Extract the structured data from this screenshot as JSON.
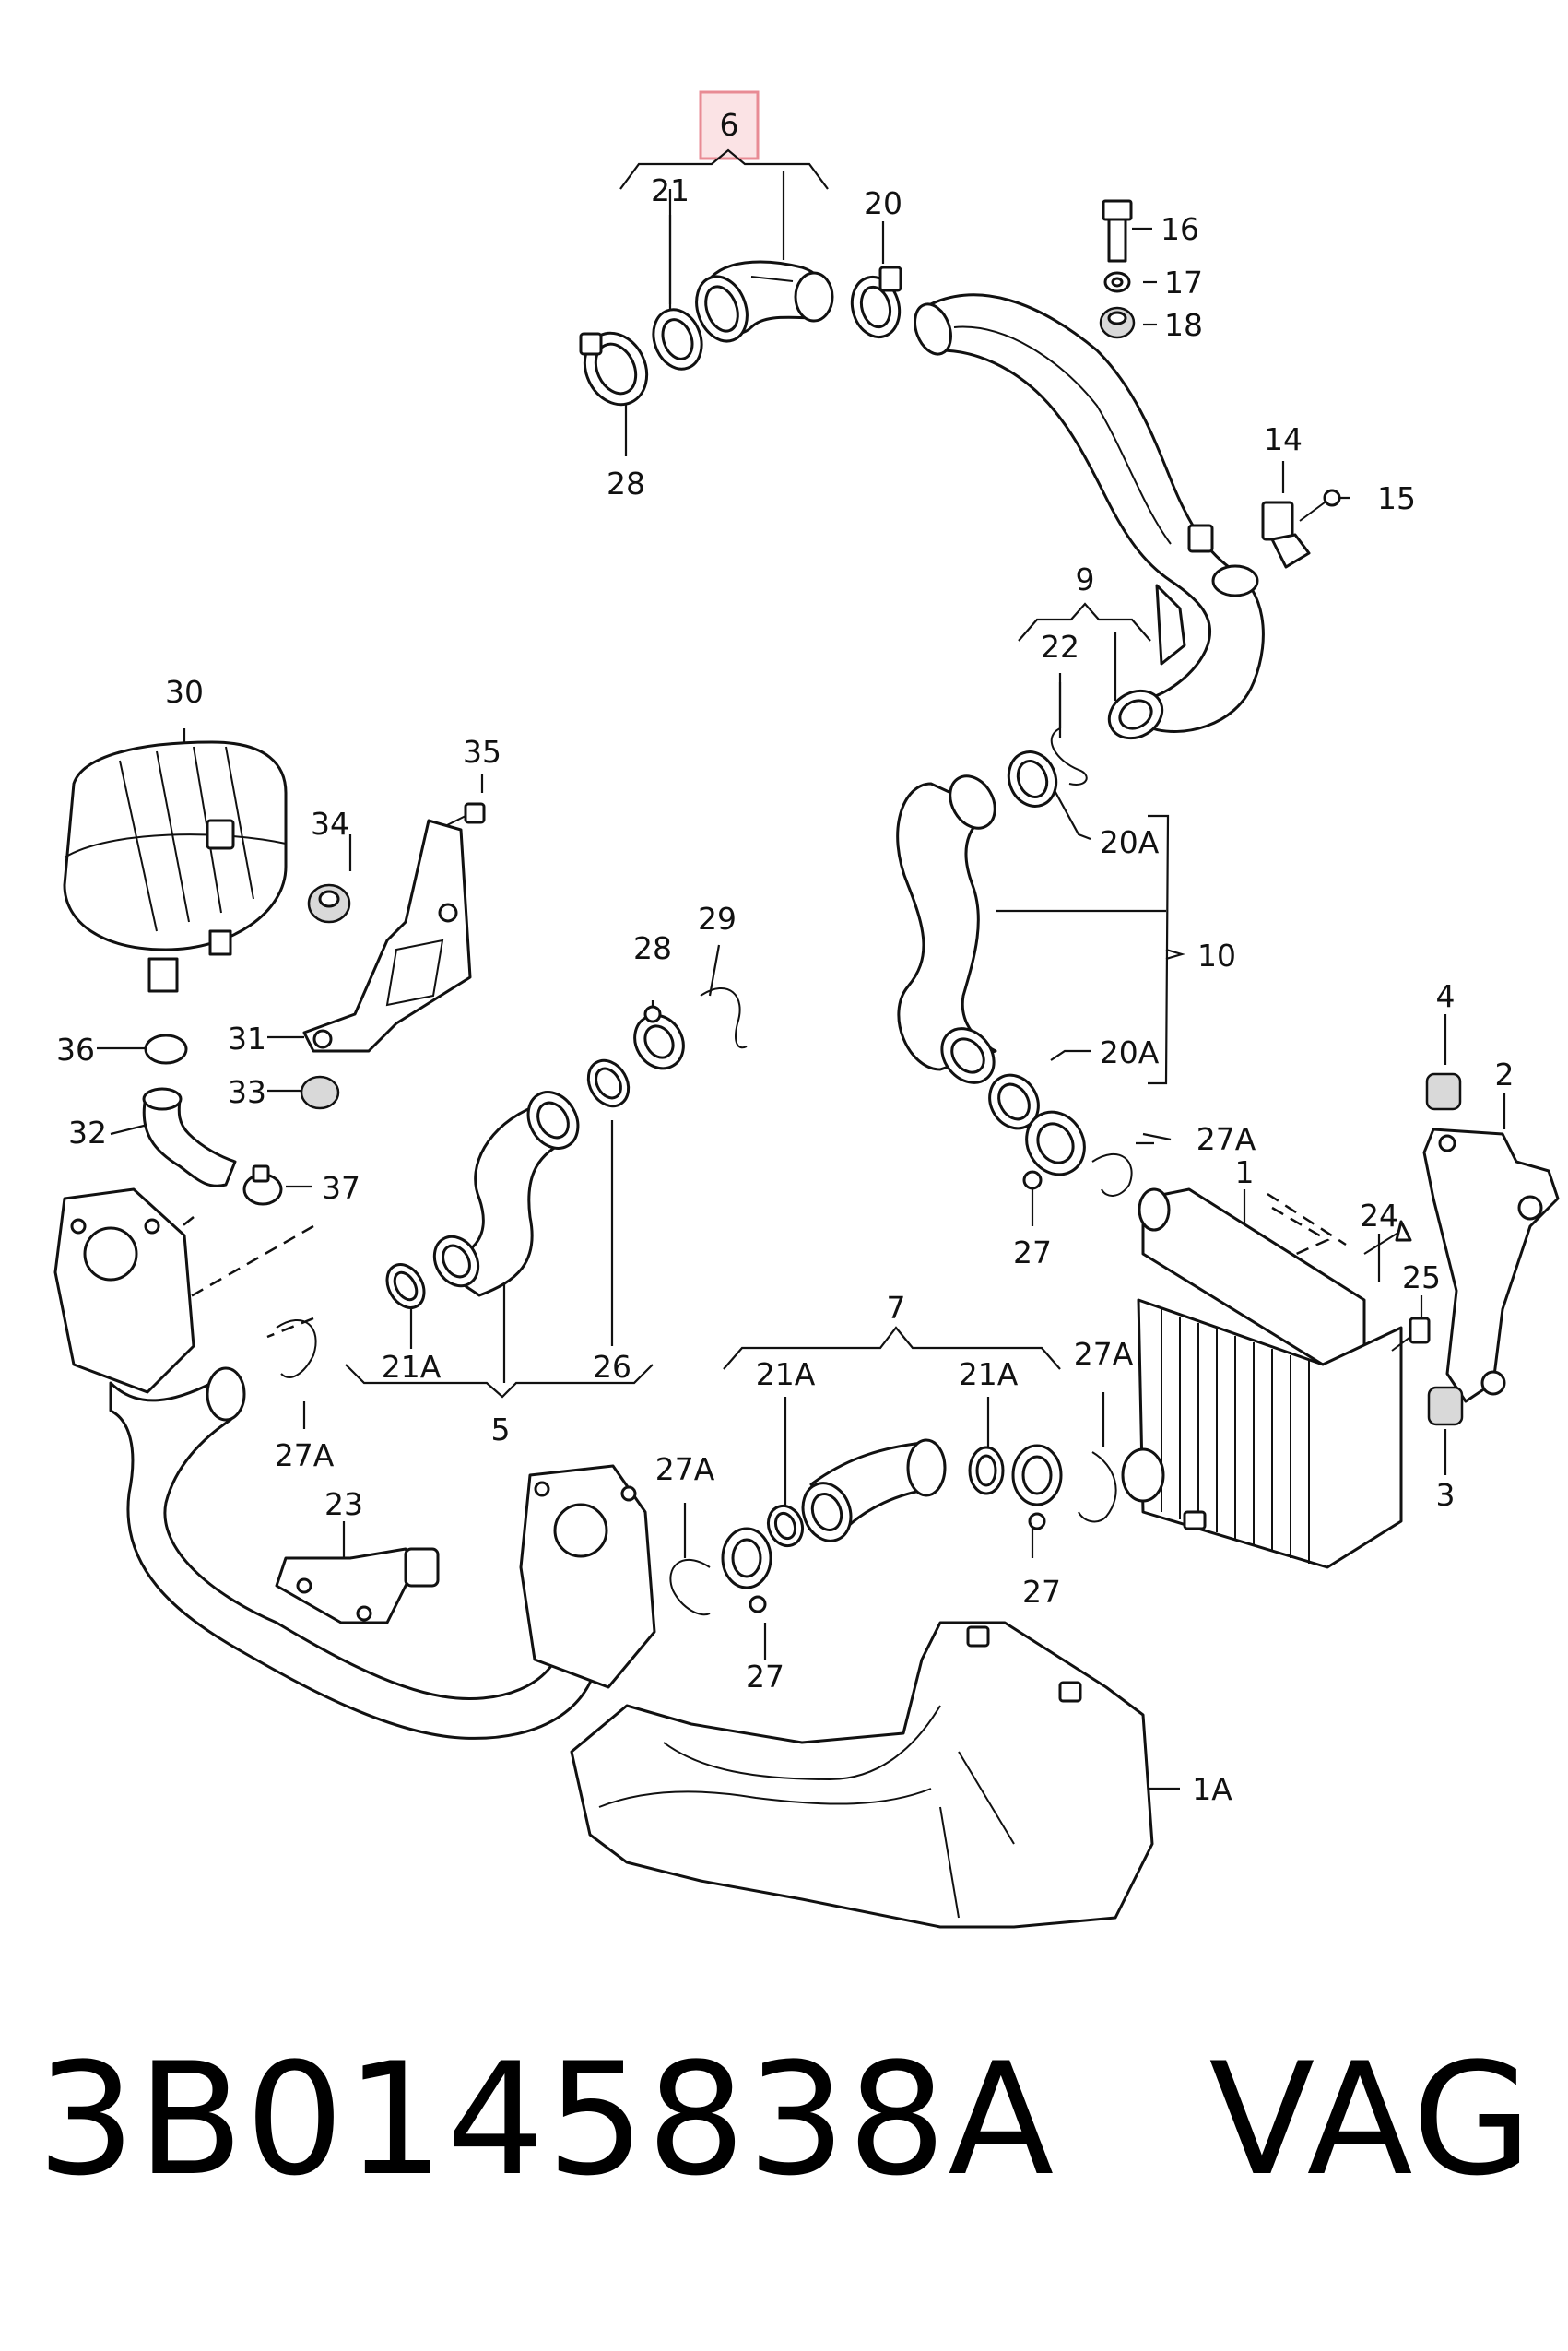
{
  "diagram": {
    "title": "3B0145838A   VAG",
    "highlight_color": "#e88b94",
    "labels": {
      "l6": "6",
      "l21_top": "21",
      "l20": "20",
      "l16": "16",
      "l17": "17",
      "l18": "18",
      "l28_top": "28",
      "l14": "14",
      "l15": "15",
      "l9": "9",
      "l22": "22",
      "l20A_a": "20A",
      "l10": "10",
      "l20A_b": "20A",
      "l30": "30",
      "l35": "35",
      "l34": "34",
      "l31": "31",
      "l33": "33",
      "l36": "36",
      "l32": "32",
      "l37": "37",
      "l28_mid": "28",
      "l29": "29",
      "l4": "4",
      "l2": "2",
      "l27A_r": "27A",
      "l1": "1",
      "l24": "24",
      "l25": "25",
      "l3": "3",
      "l27_r": "27",
      "l21A_l": "21A",
      "l26": "26",
      "l5": "5",
      "l27A_l": "27A",
      "l7": "7",
      "l21A_m1": "21A",
      "l21A_m2": "21A",
      "l27A_m": "27A",
      "l27A_b": "27A",
      "l23": "23",
      "l27_m": "27",
      "l27_b": "27",
      "l1A": "1A"
    }
  }
}
